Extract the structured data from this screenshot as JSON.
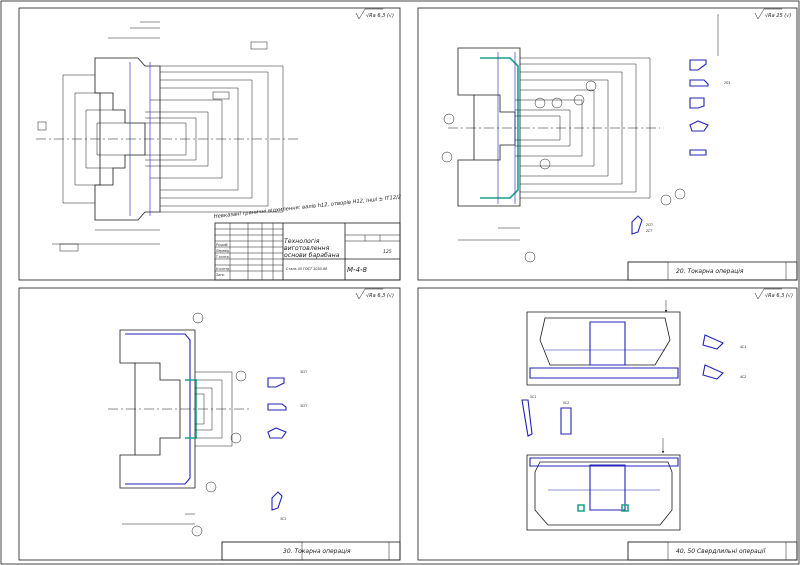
{
  "sheets": {
    "s1": {
      "roughness": "√Ra 6,3 (√)",
      "note_main": "Невказані граничні відхилення: валів h12, отворів H12, інші ± IT12/2",
      "title_block": {
        "title": "Технологія виготовлення основи барабана",
        "doc_code": "М-4-8",
        "sheet_mark": "125",
        "standard": "Сталь 45 ГОСТ 1050-88",
        "role_labels": [
          "Розроб.",
          "Перевір.",
          "Т.контр.",
          "Н.контр.",
          "Затв."
        ]
      }
    },
    "s2": {
      "roughness": "√Ra 25 (√)",
      "operation": "20. Токарна операція",
      "marks": [
        "1",
        "2",
        "3",
        "4",
        "5",
        "6",
        "7",
        "8",
        "9",
        "10"
      ]
    },
    "s3": {
      "roughness": "√Ra 6,3 (√)",
      "operation": "30. Токарна операція",
      "marks": [
        "1",
        "2",
        "3",
        "4"
      ]
    },
    "s4": {
      "roughness": "√Ra 6,3 (√)",
      "operation": "40, 50 Свердлильні операції"
    },
    "tool_labels": {
      "s2": [
        "2СП",
        "2СТ",
        "2П1"
      ],
      "s3": [
        "3СП",
        "3СП",
        "3С1"
      ],
      "s4": [
        "4С1",
        "4С2",
        "5С1",
        "5С2"
      ]
    }
  }
}
